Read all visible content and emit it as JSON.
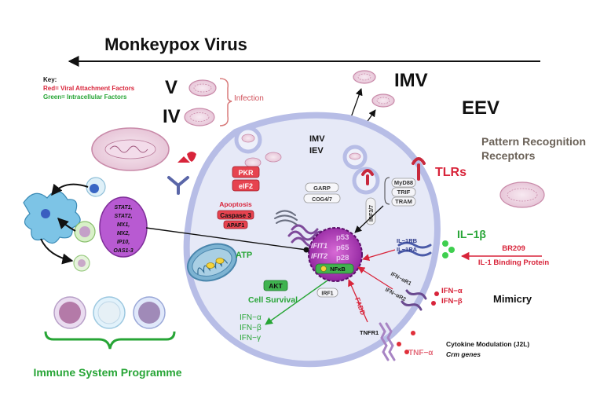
{
  "title": "Monkeypox Virus",
  "key": {
    "heading": "Key:",
    "red": "Red= Viral Attachment Factors",
    "green": "Green= Intracellular Factors"
  },
  "forms": {
    "v": "V",
    "iv": "IV",
    "infection": "Infection",
    "imv": "IMV",
    "eev": "EEV",
    "imv_small": "IMV",
    "iev_small": "IEV"
  },
  "prr": {
    "line1": "Pattern Recognition",
    "line2": "Receptors",
    "tlrs": "TLRs",
    "myd88": "MyD88",
    "trif": "TRIF",
    "tram": "TRAM",
    "irf37": "IRF3/7"
  },
  "cell": {
    "pkr": "PKR",
    "eif2": "eIF2",
    "apoptosis": "Apoptosis",
    "caspase3": "Caspase 3",
    "apaf1": "APAF1",
    "garp": "GARP",
    "cog": "COG4/7",
    "atp": "ATP",
    "akt": "AKT",
    "cell_survival": "Cell Survival",
    "irf1": "IRF1",
    "ifn_a": "IFN−α",
    "ifn_b": "IFN−β",
    "ifn_g": "IFN−γ",
    "fadd": "FADD"
  },
  "nucleus": {
    "ifit1": "IFIT1",
    "ifit2": "IFIT2",
    "p53": "p53",
    "p65": "p65",
    "p28": "p28",
    "nfkb": "NFκB"
  },
  "isg": [
    "STAT1,",
    "STAT2,",
    "MX1,",
    "MX2,",
    "IP10,",
    "OAS1-3"
  ],
  "receptors": {
    "il1rb": "IL−1RB",
    "il1ra": "IL−1RA",
    "il1b": "IL−1β",
    "br209": "BR209",
    "il1bp": "IL-1 Binding Protein",
    "ifnar1": "IFN−αR1",
    "ifnar2": "IFN−αR2",
    "ifn_a_out": "IFN−α",
    "ifn_b_out": "IFN−β",
    "mimicry": "Mimicry",
    "tnfr1": "TNFR1",
    "tnf_a": "TNF−α",
    "cytokine_mod": "Cytokine Modulation (J2L)",
    "crm": "Crm genes"
  },
  "immune": {
    "programme": "Immune System Programme"
  },
  "colors": {
    "red": "#d8243a",
    "green": "#27a536",
    "purple": "#b03ad0",
    "cell_fill": "#e6e9f7",
    "cell_stroke": "#b7bde6"
  }
}
